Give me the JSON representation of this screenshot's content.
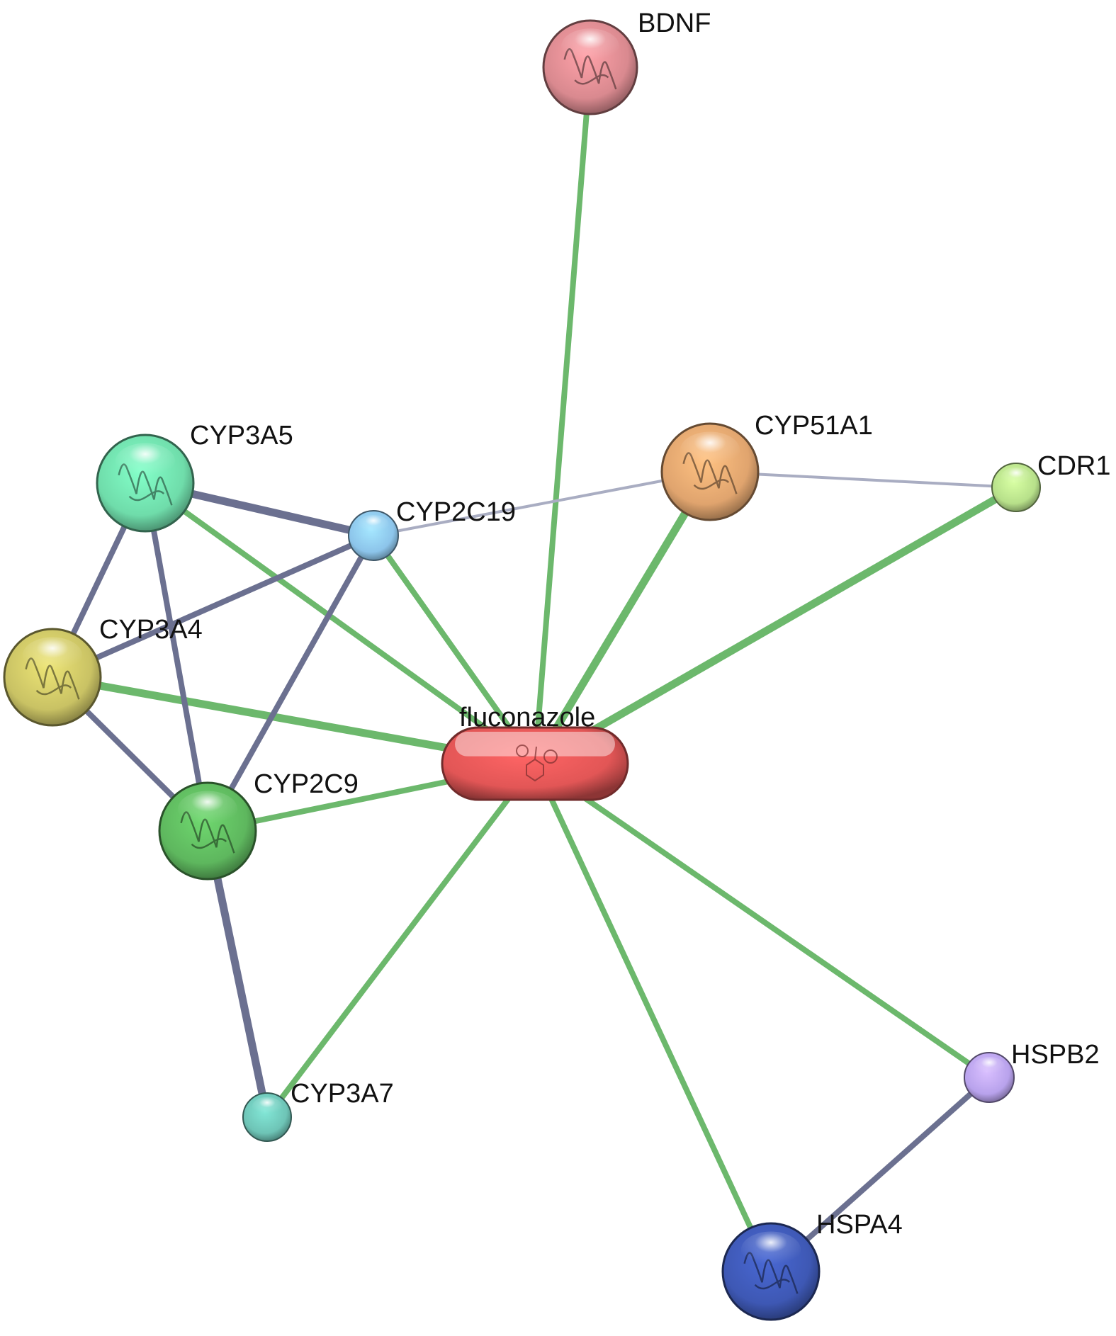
{
  "nodes": [
    {
      "id": "BDNF",
      "label": "BDNF",
      "kind": "protein",
      "color": "#d9898f",
      "size": "large",
      "structure": true
    },
    {
      "id": "CYP51A1",
      "label": "CYP51A1",
      "kind": "protein",
      "color": "#e0a46e",
      "size": "large",
      "structure": true
    },
    {
      "id": "CDR1",
      "label": "CDR1",
      "kind": "protein",
      "color": "#b7e08a",
      "size": "small",
      "structure": false
    },
    {
      "id": "CYP3A5",
      "label": "CYP3A5",
      "kind": "protein",
      "color": "#6fdcaa",
      "size": "large",
      "structure": true
    },
    {
      "id": "CYP2C19",
      "label": "CYP2C19",
      "kind": "protein",
      "color": "#8cc4ea",
      "size": "small",
      "structure": false
    },
    {
      "id": "CYP3A4",
      "label": "CYP3A4",
      "kind": "protein",
      "color": "#c9c264",
      "size": "large",
      "structure": true
    },
    {
      "id": "fluconazole",
      "label": "fluconazole",
      "kind": "compound",
      "color": "#e25656",
      "size": "pill",
      "structure": true
    },
    {
      "id": "CYP2C9",
      "label": "CYP2C9",
      "kind": "protein",
      "color": "#5eb75e",
      "size": "large",
      "structure": true
    },
    {
      "id": "CYP3A7",
      "label": "CYP3A7",
      "kind": "protein",
      "color": "#6ec4b6",
      "size": "small",
      "structure": false
    },
    {
      "id": "HSPB2",
      "label": "HSPB2",
      "kind": "protein",
      "color": "#b8a2ec",
      "size": "small",
      "structure": false
    },
    {
      "id": "HSPA4",
      "label": "HSPA4",
      "kind": "protein",
      "color": "#3e58b4",
      "size": "large",
      "structure": true
    }
  ],
  "edges": [
    {
      "source": "fluconazole",
      "target": "BDNF",
      "type": "chemical-protein",
      "weight": "medium"
    },
    {
      "source": "fluconazole",
      "target": "CYP51A1",
      "type": "chemical-protein",
      "weight": "strong"
    },
    {
      "source": "fluconazole",
      "target": "CDR1",
      "type": "chemical-protein",
      "weight": "strong"
    },
    {
      "source": "fluconazole",
      "target": "CYP3A5",
      "type": "chemical-protein",
      "weight": "medium"
    },
    {
      "source": "fluconazole",
      "target": "CYP2C19",
      "type": "chemical-protein",
      "weight": "medium"
    },
    {
      "source": "fluconazole",
      "target": "CYP3A4",
      "type": "chemical-protein",
      "weight": "strong"
    },
    {
      "source": "fluconazole",
      "target": "CYP2C9",
      "type": "chemical-protein",
      "weight": "medium"
    },
    {
      "source": "fluconazole",
      "target": "CYP3A7",
      "type": "chemical-protein",
      "weight": "medium"
    },
    {
      "source": "fluconazole",
      "target": "HSPA4",
      "type": "chemical-protein",
      "weight": "medium"
    },
    {
      "source": "fluconazole",
      "target": "HSPB2",
      "type": "chemical-protein",
      "weight": "medium"
    },
    {
      "source": "CYP3A5",
      "target": "CYP2C19",
      "type": "protein-protein",
      "weight": "strong"
    },
    {
      "source": "CYP3A5",
      "target": "CYP3A4",
      "type": "protein-protein",
      "weight": "medium"
    },
    {
      "source": "CYP3A5",
      "target": "CYP2C9",
      "type": "protein-protein",
      "weight": "medium"
    },
    {
      "source": "CYP3A4",
      "target": "CYP2C19",
      "type": "protein-protein",
      "weight": "medium"
    },
    {
      "source": "CYP3A4",
      "target": "CYP2C9",
      "type": "protein-protein",
      "weight": "medium"
    },
    {
      "source": "CYP2C9",
      "target": "CYP2C19",
      "type": "protein-protein",
      "weight": "medium"
    },
    {
      "source": "CYP2C9",
      "target": "CYP3A7",
      "type": "protein-protein",
      "weight": "strong"
    },
    {
      "source": "CYP2C19",
      "target": "CYP51A1",
      "type": "protein-protein",
      "weight": "weak"
    },
    {
      "source": "CYP51A1",
      "target": "CDR1",
      "type": "protein-protein",
      "weight": "weak"
    },
    {
      "source": "HSPB2",
      "target": "HSPA4",
      "type": "protein-protein",
      "weight": "medium"
    }
  ],
  "colors": {
    "chemical_protein_edge": "#6cb86c",
    "protein_protein_edge": "#6b7090",
    "weak_edge": "#a9adc2"
  }
}
